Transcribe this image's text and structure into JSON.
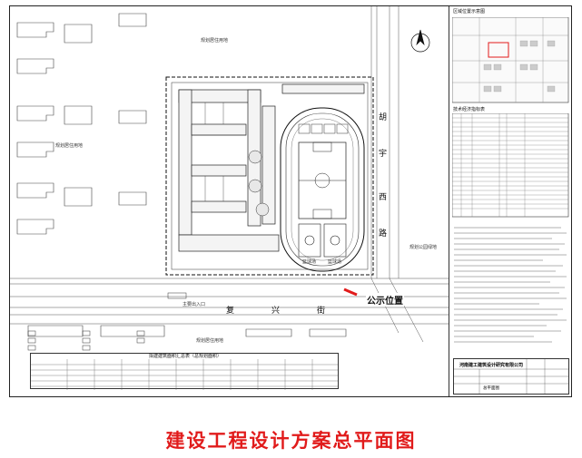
{
  "page": {
    "title": "建设工程设计方案总平面图"
  },
  "site_plan": {
    "labels": {
      "north_residential": "规划居住用地",
      "west_residential": "规划居住用地",
      "south_residential": "规划居住用地",
      "east_park": "规划公园绿地",
      "main_entrance": "主要出入口",
      "notice_position": "公示位置"
    },
    "road_south": [
      "复",
      "兴",
      "街"
    ],
    "road_east": [
      "胡",
      "宇",
      "西",
      "路"
    ],
    "court_labels": [
      "篮球场",
      "篮球场"
    ]
  },
  "right_panel": {
    "location_map_title": "区域位置示意图",
    "indicator_table_title": "技术经济指标表"
  },
  "bottom_table": {
    "title": "拟建建筑面积汇总表（总规划面积）"
  },
  "title_block": {
    "company": "河南建工建筑设计研究有限公司",
    "drawing_name": "总平面图"
  },
  "colors": {
    "title": "#e11b1b",
    "notice_marker": "#e11b1b",
    "lines": "#333333"
  }
}
